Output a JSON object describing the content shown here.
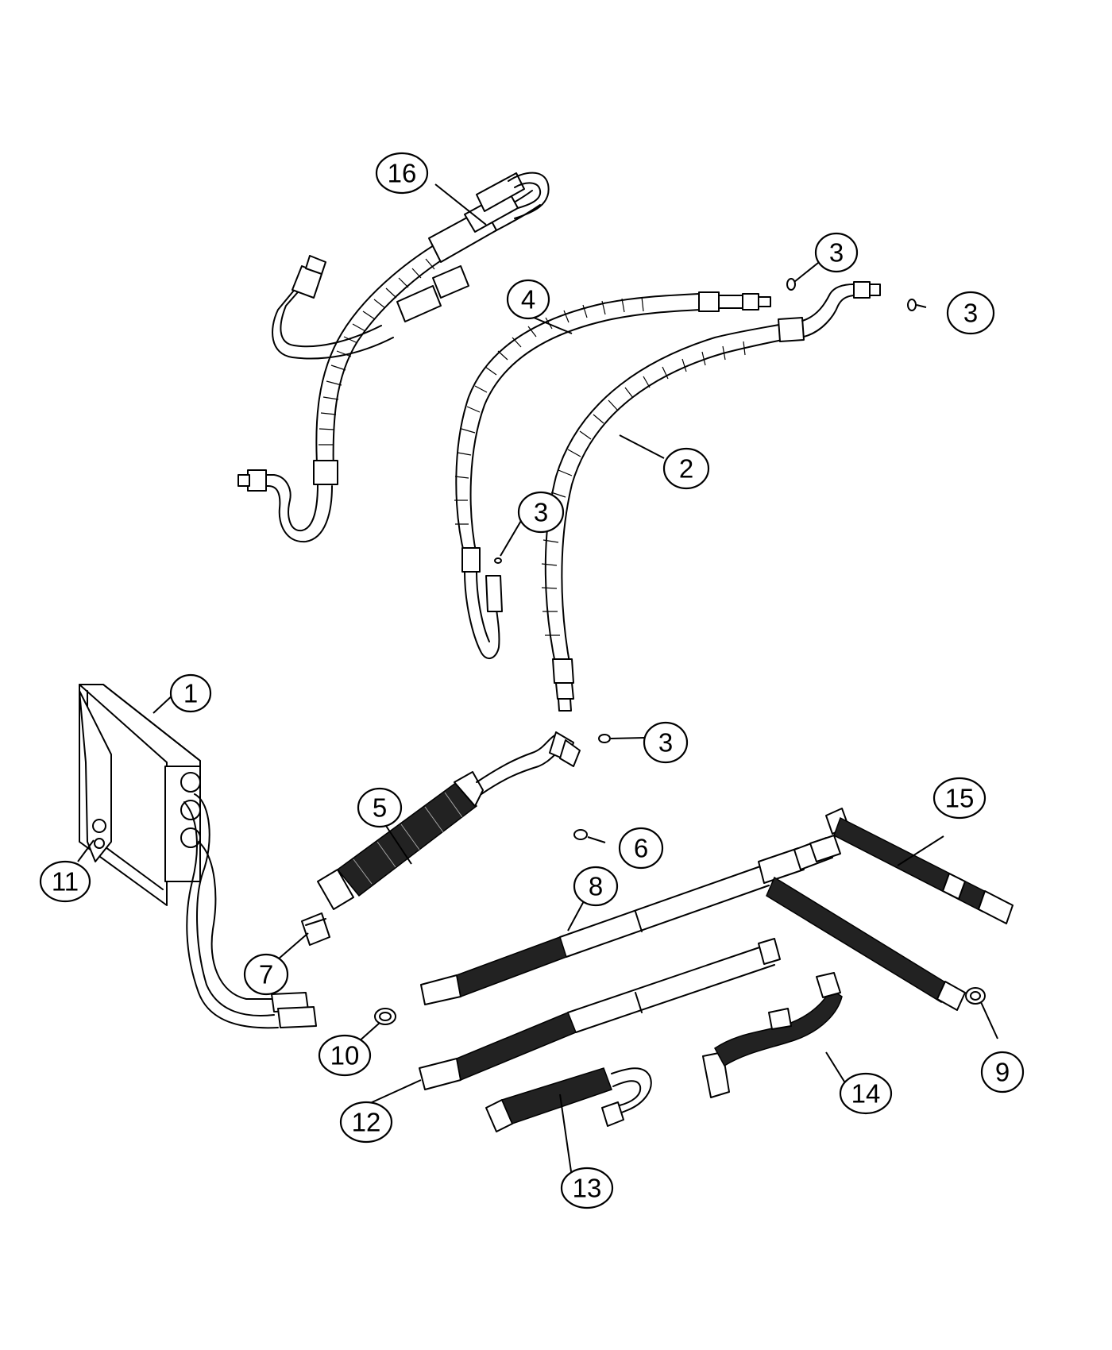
{
  "diagram": {
    "callouts": [
      {
        "id": "c1",
        "label": "1"
      },
      {
        "id": "c2",
        "label": "2"
      },
      {
        "id": "c3a",
        "label": "3"
      },
      {
        "id": "c3b",
        "label": "3"
      },
      {
        "id": "c3c",
        "label": "3"
      },
      {
        "id": "c3d",
        "label": "3"
      },
      {
        "id": "c4",
        "label": "4"
      },
      {
        "id": "c5",
        "label": "5"
      },
      {
        "id": "c6",
        "label": "6"
      },
      {
        "id": "c7",
        "label": "7"
      },
      {
        "id": "c8",
        "label": "8"
      },
      {
        "id": "c9",
        "label": "9"
      },
      {
        "id": "c10",
        "label": "10"
      },
      {
        "id": "c11",
        "label": "11"
      },
      {
        "id": "c12",
        "label": "12"
      },
      {
        "id": "c13",
        "label": "13"
      },
      {
        "id": "c14",
        "label": "14"
      },
      {
        "id": "c15",
        "label": "15"
      },
      {
        "id": "c16",
        "label": "16"
      }
    ]
  }
}
